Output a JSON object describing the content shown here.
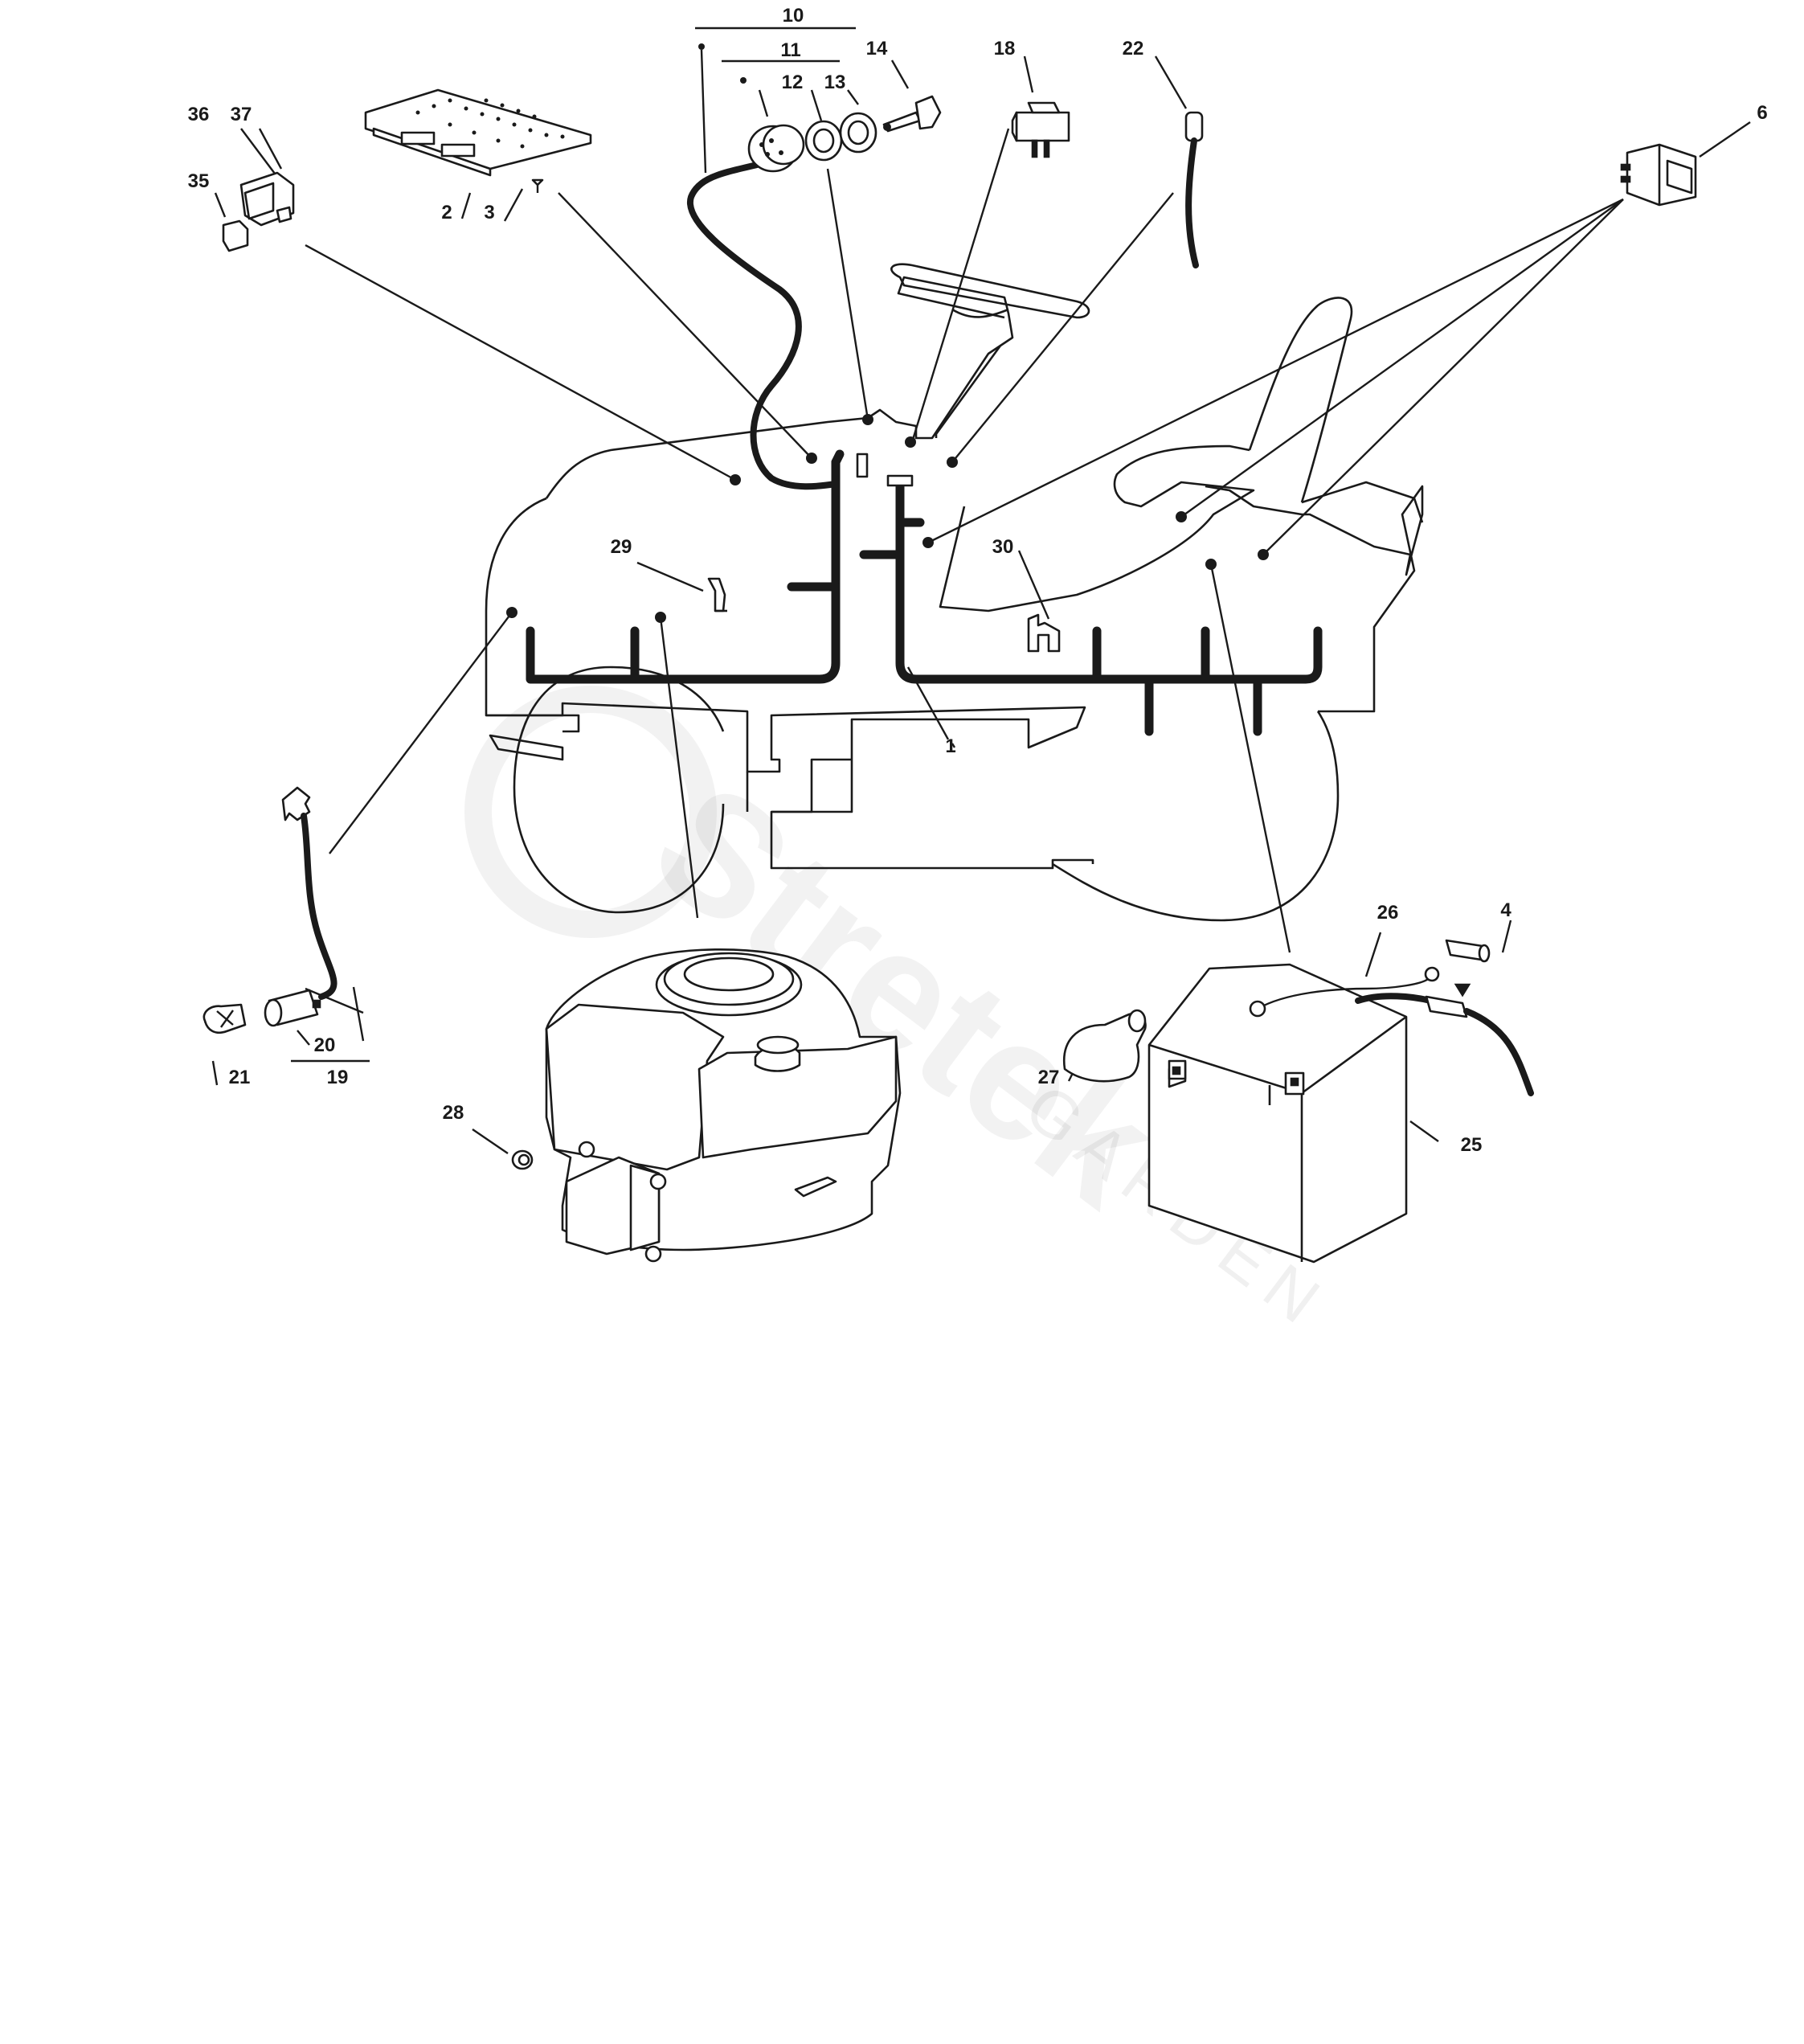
{
  "labels": {
    "p1": "1",
    "p2": "2",
    "p3": "3",
    "p4": "4",
    "p6": "6",
    "p10": "10",
    "p11": "11",
    "p12": "12",
    "p13": "13",
    "p14": "14",
    "p18": "18",
    "p19": "19",
    "p20": "20",
    "p21": "21",
    "p22": "22",
    "p25": "25",
    "p26": "26",
    "p27": "27",
    "p28": "28",
    "p29": "29",
    "p30": "30",
    "p35": "35",
    "p36": "36",
    "p37": "37"
  },
  "watermark": {
    "brand": "Stretek",
    "sub": "GARDEN"
  }
}
